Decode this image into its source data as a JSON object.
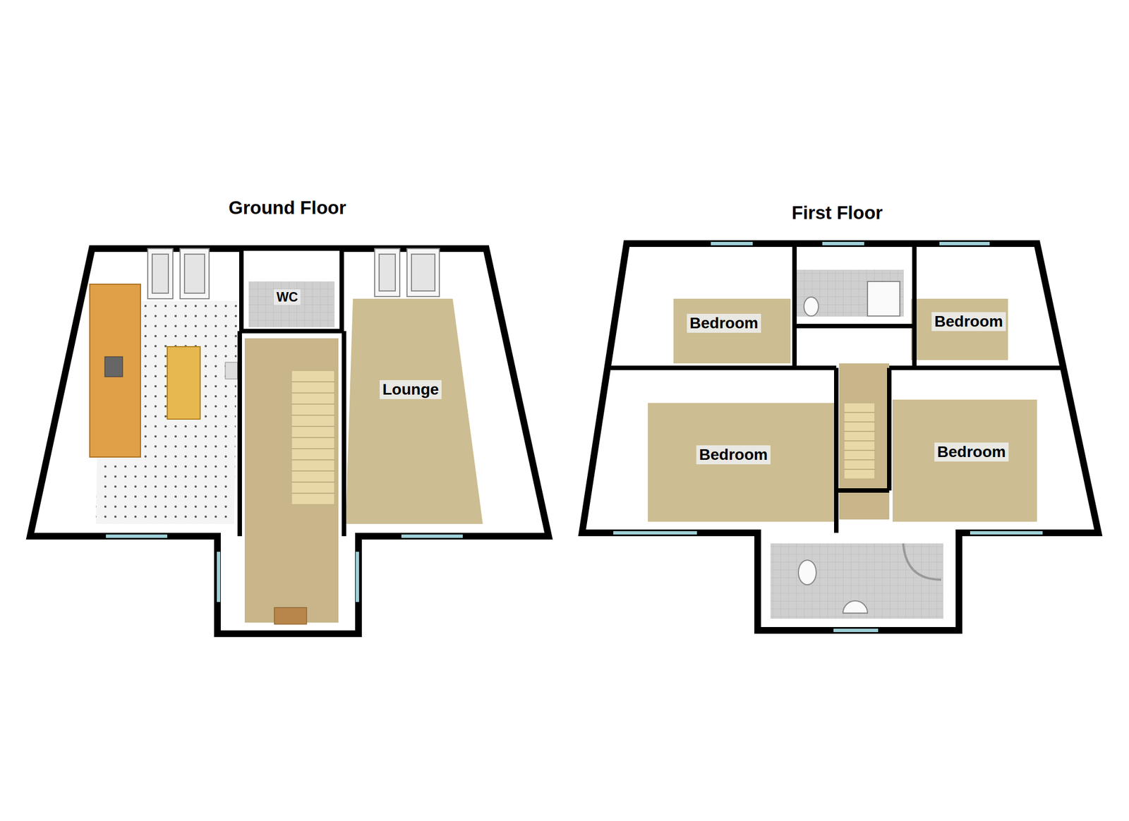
{
  "diagram": {
    "nodes": [
      {
        "text": [
          "WC"
        ]
      },
      {
        "text": [
          "Lounge"
        ]
      },
      {
        "text": [
          "Bedroom"
        ]
      },
      {
        "text": [
          "Bedroom"
        ]
      },
      {
        "text": [
          "Bedroom"
        ]
      },
      {
        "text": [
          "Bedroom"
        ]
      }
    ],
    "labels": [
      "Ground Floor",
      "First Floor"
    ]
  }
}
